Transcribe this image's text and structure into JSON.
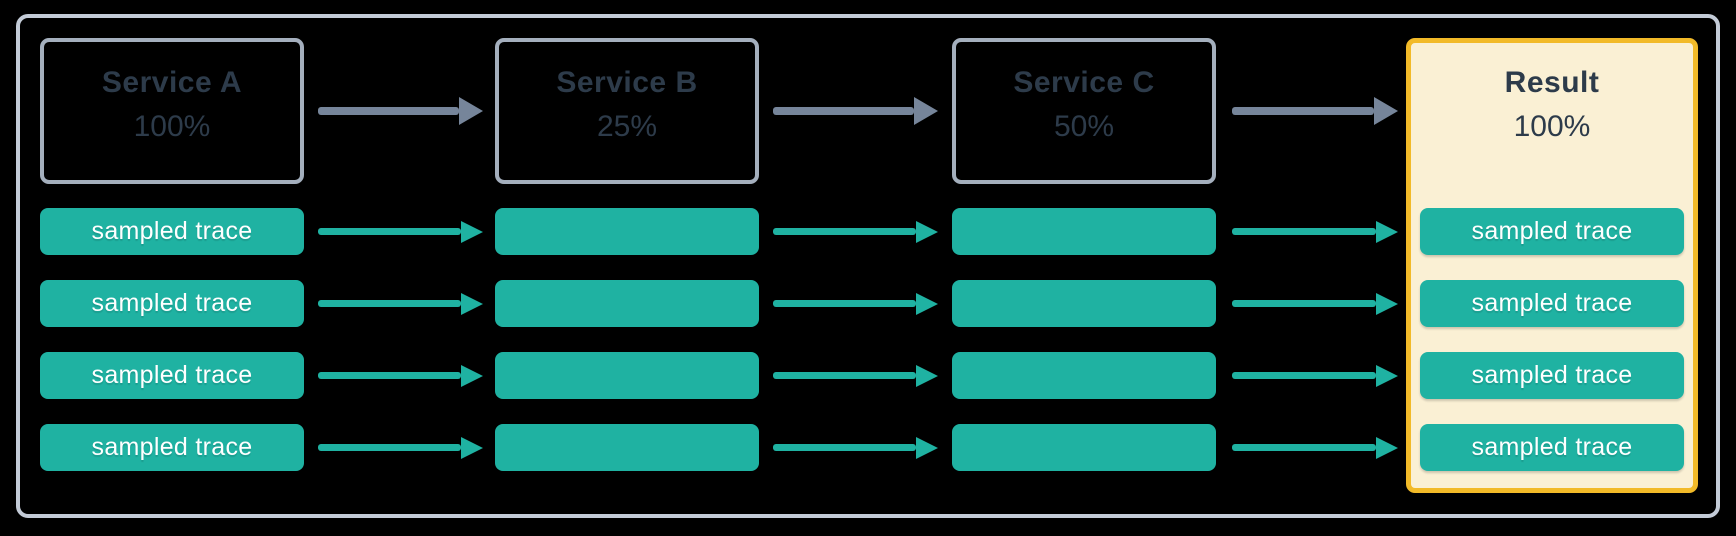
{
  "colors": {
    "background": "#000000",
    "frame_border": "#C3CBD7",
    "service_box_border": "#A4AFBD",
    "service_text": "#2D3B4A",
    "trace_bar_fill": "#1FB2A2",
    "trace_bar_text": "#FFFFFF",
    "result_fill": "#FAF0D4",
    "result_border": "#F2BA28",
    "service_arrow": "#76859A",
    "trace_arrow": "#1FB2A2"
  },
  "columns": [
    {
      "label": "Service A",
      "rate": "100%",
      "kind": "service",
      "traces": [
        "sampled trace",
        "sampled trace",
        "sampled trace",
        "sampled trace"
      ]
    },
    {
      "label": "Service B",
      "rate": "25%",
      "kind": "service",
      "traces": [
        "",
        "",
        "",
        ""
      ]
    },
    {
      "label": "Service C",
      "rate": "50%",
      "kind": "service",
      "traces": [
        "",
        "",
        "",
        ""
      ]
    },
    {
      "label": "Result",
      "rate": "100%",
      "kind": "result",
      "traces": [
        "sampled trace",
        "sampled trace",
        "sampled trace",
        "sampled trace"
      ]
    }
  ]
}
